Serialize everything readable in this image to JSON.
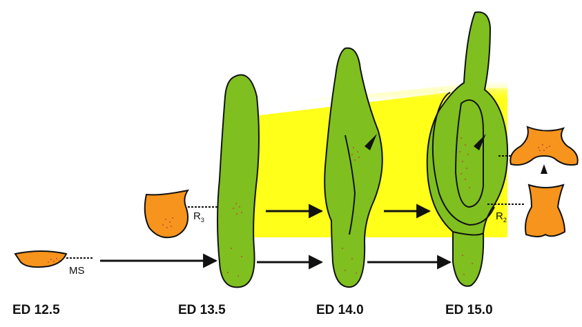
{
  "stages": [
    "ED 12.5",
    "ED 13.5",
    "ED 14.0",
    "ED 15.0"
  ],
  "labels": {
    "ms": "MS",
    "r_left": "R",
    "r_left_sub": "3",
    "r_right": "R",
    "r_right_sub": "2"
  },
  "colors": {
    "green": "#7fbf1f",
    "orange": "#f7941d",
    "yellow": "#ffff1a",
    "outline": "#111111",
    "dots": "#c24a3a"
  }
}
